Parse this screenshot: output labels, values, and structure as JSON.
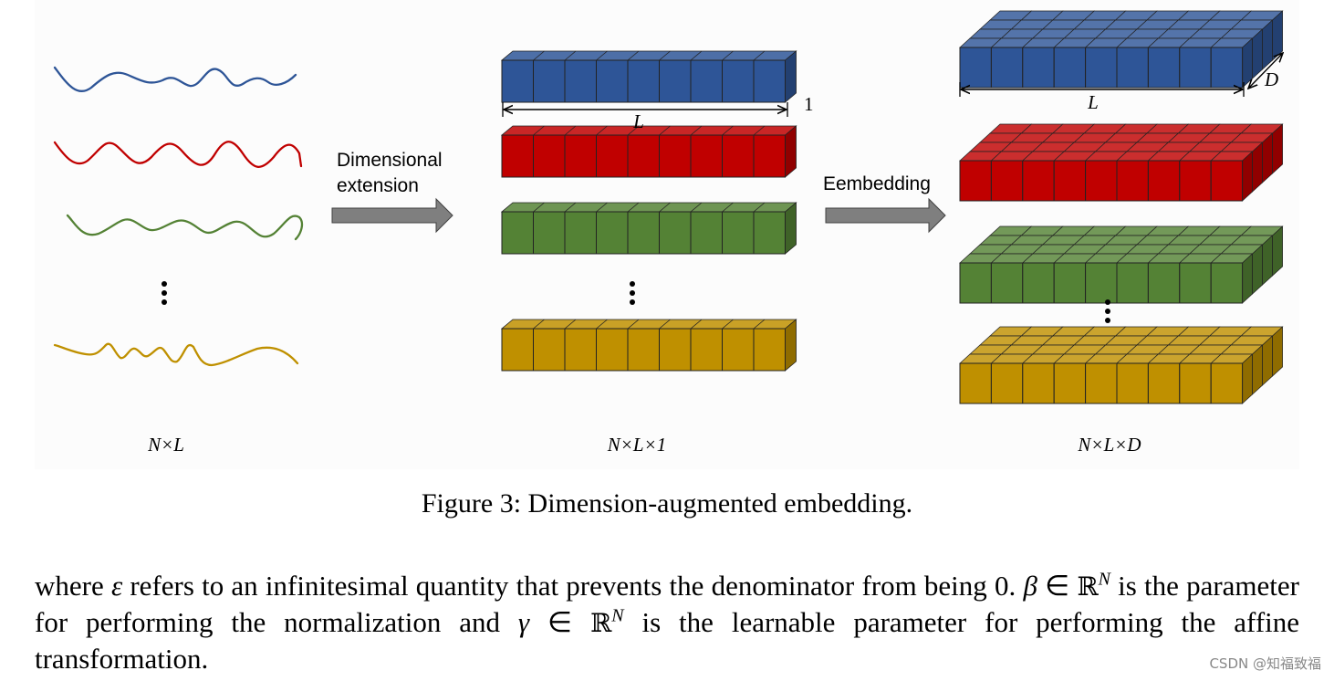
{
  "figure": {
    "labels": {
      "arrow1_line1": "Dimensional",
      "arrow1_line2": "extension",
      "arrow2": "Eembedding",
      "dim_L_middle": "L",
      "dim_one": "1",
      "dim_L_right": "L",
      "dim_D": "D",
      "shape_left": "N×L",
      "shape_middle": "N×L×1",
      "shape_right": "N×L×D"
    },
    "colors": {
      "blue": "#2e5597",
      "red": "#c00000",
      "green": "#548235",
      "gold": "#bf9000",
      "arrow_gray": "#7f7f7f"
    },
    "series_colors": [
      "blue",
      "red",
      "green",
      "gold"
    ],
    "icons": [
      "wave-line",
      "cube-bar",
      "cube-slab",
      "right-arrow",
      "vertical-ellipsis"
    ]
  },
  "caption": "Figure 3: Dimension-augmented embedding.",
  "body": {
    "s1": "where",
    "epsilon": "ε",
    "s2": "refers to an infinitesimal quantity that prevents the denominator from being 0.",
    "beta": "β",
    "in1": "∈",
    "R1": "ℝ",
    "N1": "N",
    "s3": "is the parameter for performing the normalization and",
    "gamma": "γ",
    "in2": "∈",
    "R2": "ℝ",
    "N2": "N",
    "s4": "is the learnable parameter for performing the affine transformation."
  },
  "watermark": "CSDN @知福致福"
}
